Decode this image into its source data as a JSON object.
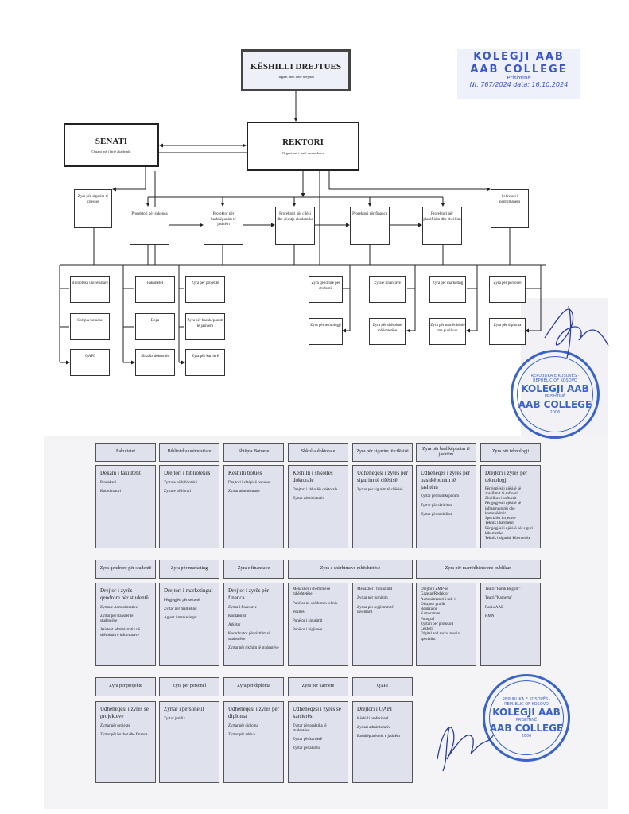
{
  "org_chart": {
    "keshilli": {
      "title": "KËSHILLI DREJTUES",
      "subtitle": "Organi më i lartë drejtues"
    },
    "senati": {
      "title": "SENATI",
      "subtitle": "Organi më i lartë akademik"
    },
    "rektori": {
      "title": "REKTORI",
      "subtitle": "Organi më i lartë menaxhues"
    },
    "zyra_sigurim": "Zyra për sigurim të cilësisë",
    "sekretari": "Sekretari i përgjithshëm",
    "prorektoret": [
      "Prorektori për shkenca",
      "Prorektor për bashkëpunim të jashtëm",
      "Prorektori për cilësi dhe çështje akademike",
      "Prorektori për financa",
      "Prorektori për planifikim dhe zhvillim"
    ],
    "offices_left": [
      "Biblioteka universitare",
      "Shtëpia botuese",
      "QAPI",
      "Fakultetet",
      "Dega",
      "Shkolla doktorale",
      "Zyra për projekte",
      "Zyra për bashkëpunim të jashtëm",
      "Zyra për karrierë"
    ],
    "offices_right": [
      "Zyra qendrore për studentë",
      "Zyra për teknologji",
      "Zyra e financave",
      "Zyra për shërbime mbështetëse",
      "Zyra për marketing",
      "Zyra për marrëdhënie me publikun",
      "Zyra për personel",
      "Zyra për diploma"
    ]
  },
  "stamp": {
    "line1": "KOLEGJI AAB",
    "line2": "AAB COLLEGE",
    "city": "Prishtinë",
    "number": "Nr. 767/2024",
    "date": "data: 16.10.2024"
  },
  "seal": {
    "name1": "KOLEGJI AAB",
    "name2": "AAB COLLEGE",
    "ring": "REPUBLIKA E KOSOVËS · REPUBLIC OF KOSOVO",
    "city": "PRISHTINË",
    "year": "2006"
  },
  "units": [
    [
      {
        "header": "Fakultetet",
        "bodies": [
          [
            "Dekani i fakultetit",
            "Prodekani",
            "Koordinatori"
          ]
        ]
      },
      {
        "header": "Biblioteka universitare",
        "bodies": [
          [
            "Drejtori i bibliotekës",
            "Zyrtare në bibliotekë",
            "Zyrtare në librari"
          ]
        ]
      },
      {
        "header": "Shtëpia Botuese",
        "bodies": [
          [
            "Këshilli botues",
            "Drejtori i shtëpisë botuese",
            "Zyrtar administrativ"
          ]
        ]
      },
      {
        "header": "Shkolla doktorale",
        "bodies": [
          [
            "Këshilli i shkollës doktorale",
            "Drejtori i shkollës doktorale",
            "Zyrtar administrativ"
          ]
        ]
      },
      {
        "header": "Zyra për sigurim të cilësisë",
        "bodies": [
          [
            "Udhëheqësi i zyrës për sigurim të cilësisë",
            "Zyrtar për sigurim të cilësisë"
          ]
        ]
      },
      {
        "header": "Zyra për bashkëpunim të jashtëm",
        "bodies": [
          [
            "Udhëheqës i zyrës për bashkëpunim të jashtëm",
            "Zyrtar për bashkëpunim",
            "Zyrtar për aktivitete",
            "Zyrtar për mobilitet"
          ]
        ]
      },
      {
        "header": "Zyra për teknologji",
        "bodies": [
          [
            "Drejtori i zyrës për teknologji",
            "Përgjegjësi i njësisë së zhvillimit të softuerit",
            "Zhvillues i softuerit",
            "Përgjegjësi i njësisë së infrastrukturës dhe komunikimit",
            "Specialist i rrjetave",
            "Teknik i harduerit",
            "Përgjegjësi i njësisë për siguri kibernetike",
            "Teknik i sigurisë kibernetike"
          ]
        ]
      }
    ],
    [
      {
        "header": "Zyra qendrore për studentë",
        "bodies": [
          [
            "Drejtor i zyrës qendrore për studentë",
            "Zyrtar/e Administrative",
            "Zyrtar për transfer të studentëve",
            "Asistent administrativ në shërbimin e informatave"
          ]
        ]
      },
      {
        "header": "Zyra për marketing",
        "bodies": [
          [
            "Drejtori i marketingut",
            "Përgjegjësi për sektorë",
            "Zyrtar për marketing",
            "Agjent i marketingut"
          ]
        ]
      },
      {
        "header": "Zyra e financave",
        "bodies": [
          [
            "Drejtor i zyrës për financa",
            "Zyrtar i financave",
            "Kontabilist",
            "Arkëtar",
            "Koordinator për rikthim të studentëve",
            "Zyrtar për rikthim të studentëve"
          ]
        ]
      },
      {
        "header": "Zyra e shërbimeve mbështetëse",
        "bodies": [
          [
            "Menaxher i shërbimeve mbështetëse",
            "Punëtor në shërbimin teknik",
            "Vozitës",
            "Punëtor i sigurimit",
            "Punëtor i higjienës"
          ],
          [
            "Menaxher i furnizimit",
            "Zyrtar për furnizim",
            "Zyrtar për regjistrim të inventarit"
          ]
        ]
      },
      {
        "header": "Zyra për marrëdhënie me publikun",
        "bodies": [
          [
            "Drejtor i ZMP-së",
            "Gazetar/Redaktor",
            "Administratori i ueb-it",
            "Dizajner grafik",
            "Realizator",
            "Kameraman",
            "Fotograf",
            "Zyrtari për protokoll",
            "Lektori",
            "Digital and social media specialist"
          ],
          [
            "Teatri \"Faruk Begolli\"",
            "Teatri \"Kamerta\"",
            "Radio AAB",
            "RMN"
          ]
        ]
      }
    ],
    [
      {
        "header": "Zyra për projekte",
        "bodies": [
          [
            "Udhëheqësi i zyrës së projekteve",
            "Zyrtar për projekte",
            "Zyrtar për buxhet dhe financa"
          ]
        ]
      },
      {
        "header": "Zyra për personel",
        "bodies": [
          [
            "Zyrtar i personelit",
            "Zyrtar juridik"
          ]
        ]
      },
      {
        "header": "Zyra për diploma",
        "bodies": [
          [
            "Udhëheqësi i zyrës për diploma",
            "Zyrtar për diploma",
            "Zyrtar për arkiva"
          ]
        ]
      },
      {
        "header": "Zyra për karrierë",
        "bodies": [
          [
            "Udhëheqësi i zyrës së karrierës",
            "Zyrtar për praktika të studentëve",
            "Zyrtar për karrierë",
            "Zyrtar për alumni"
          ]
        ]
      },
      {
        "header": "QAPI",
        "bodies": [
          [
            "Drejtori i QAPI",
            "Këshilli profesional",
            "Zyrtari administrativ",
            "Bashkëpunëtorët e jashtëm"
          ]
        ]
      }
    ]
  ]
}
